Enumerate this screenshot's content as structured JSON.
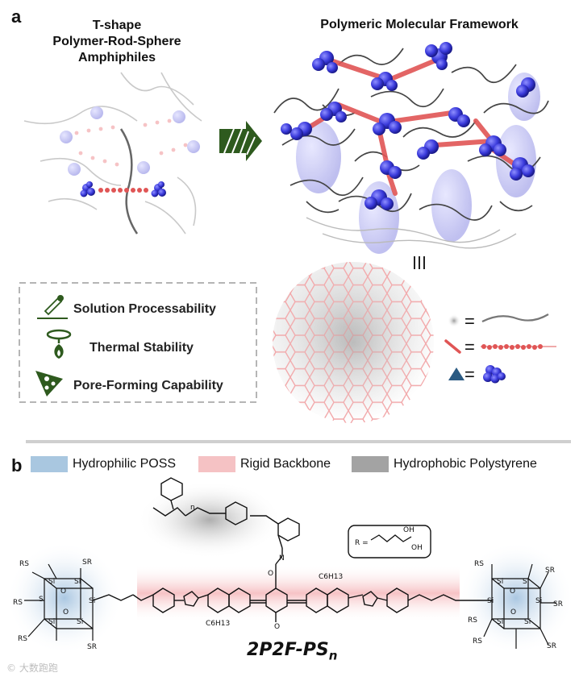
{
  "panel_a": {
    "letter": "a",
    "left_title_lines": [
      "T-shape",
      "Polymer-Rod-Sphere",
      "Amphiphiles"
    ],
    "right_title": "Polymeric Molecular Framework",
    "features": [
      {
        "label": "Solution Processability",
        "icon": "pipette-icon"
      },
      {
        "label": "Thermal Stability",
        "icon": "flame-icon"
      },
      {
        "label": "Pore-Forming Capability",
        "icon": "pore-triangle-icon"
      }
    ],
    "equivalence_symbol": "|||",
    "equals": "="
  },
  "panel_b": {
    "letter": "b",
    "legend": [
      {
        "label": "Hydrophilic POSS",
        "color": "#a9c7e0"
      },
      {
        "label": "Rigid Backbone",
        "color": "#f5c2c4"
      },
      {
        "label": "Hydrophobic Polystyrene",
        "color": "#a3a3a3"
      }
    ],
    "r_group": "R =",
    "molecule_name": "2P2F-PS",
    "molecule_subscript": "n",
    "chem_labels": {
      "sr": "SR",
      "rs": "RS",
      "si": "Si",
      "o": "O",
      "n": "n",
      "hexyl": "C6H13",
      "methoxy": "O",
      "oh": "OH"
    }
  },
  "colors": {
    "poss_blue": "#3a3adb",
    "rod_red": "#e05555",
    "gray": "#555555"
  },
  "watermark": "© 大数跑跑"
}
